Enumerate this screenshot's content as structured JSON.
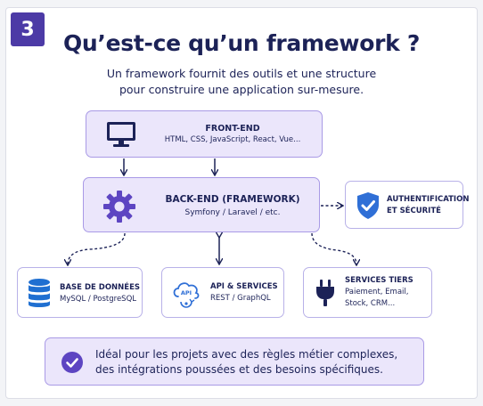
{
  "badge": "3",
  "title": "Qu’est-ce qu’un framework ?",
  "subtitle": [
    "Un framework fournit des outils et une structure",
    "pour construire une application sur-mesure."
  ],
  "frontend": {
    "title": "FRONT-END",
    "detail": "HTML, CSS, JavaScript, React, Vue..."
  },
  "backend": {
    "title": "BACK-END (FRAMEWORK)",
    "detail": "Symfony / Laravel / etc."
  },
  "auth": {
    "title_lines": [
      "AUTHENTIFICATION",
      "ET SÉCURITÉ"
    ]
  },
  "database": {
    "title": "BASE DE DONNÉES",
    "detail": "MySQL / PostgreSQL"
  },
  "api": {
    "title": "API & SERVICES",
    "detail": "REST / GraphQL",
    "icon_text": "API"
  },
  "third_party": {
    "title": "SERVICES TIERS",
    "detail_lines": [
      "Paiement, Email,",
      "Stock, CRM..."
    ]
  },
  "banner": {
    "lines": [
      "Idéal pour les projets avec des règles métier complexes,",
      "des intégrations poussées et des besoins spécifiques."
    ]
  },
  "colors": {
    "accent": "#4c3aa6",
    "box_fill": "#ebe6fb",
    "border": "#a99ae6",
    "text": "#1c2257",
    "shield": "#2f6fd6",
    "db": "#1f6fd1"
  }
}
